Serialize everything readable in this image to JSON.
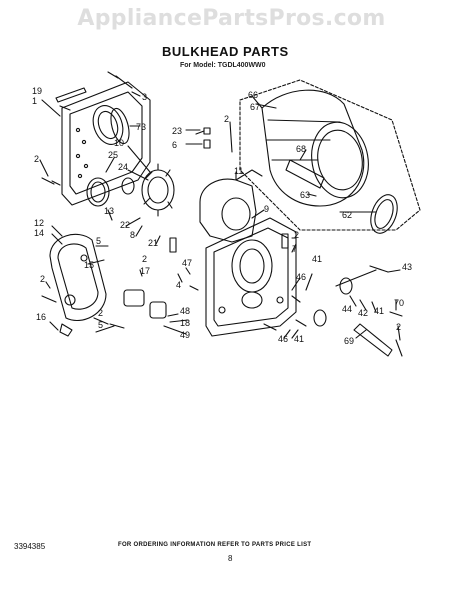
{
  "watermark": "AppliancePartsPros.com",
  "title": "BULKHEAD PARTS",
  "subtitle": "For Model: TGDL400WW0",
  "footer": {
    "doc_number": "3394385",
    "notice": "FOR ORDERING INFORMATION REFER TO PARTS PRICE LIST",
    "page": "8"
  },
  "callouts": [
    {
      "id": "c19",
      "text": "19"
    },
    {
      "id": "c1",
      "text": "1"
    },
    {
      "id": "c3",
      "text": "3"
    },
    {
      "id": "c73",
      "text": "73"
    },
    {
      "id": "c2a",
      "text": "2"
    },
    {
      "id": "c25",
      "text": "25"
    },
    {
      "id": "c24",
      "text": "24"
    },
    {
      "id": "c10",
      "text": "10"
    },
    {
      "id": "c23",
      "text": "23"
    },
    {
      "id": "c2b",
      "text": "2"
    },
    {
      "id": "c6",
      "text": "6"
    },
    {
      "id": "c67",
      "text": "67"
    },
    {
      "id": "c66",
      "text": "66"
    },
    {
      "id": "c68",
      "text": "68"
    },
    {
      "id": "c11",
      "text": "11"
    },
    {
      "id": "c63",
      "text": "63"
    },
    {
      "id": "c62",
      "text": "62"
    },
    {
      "id": "c12",
      "text": "12"
    },
    {
      "id": "c14",
      "text": "14"
    },
    {
      "id": "c13",
      "text": "13"
    },
    {
      "id": "c22",
      "text": "22"
    },
    {
      "id": "c8",
      "text": "8"
    },
    {
      "id": "c21",
      "text": "21"
    },
    {
      "id": "c9",
      "text": "9"
    },
    {
      "id": "c2c",
      "text": "2"
    },
    {
      "id": "c7",
      "text": "7"
    },
    {
      "id": "c5a",
      "text": "5"
    },
    {
      "id": "c15",
      "text": "15"
    },
    {
      "id": "c2d",
      "text": "2"
    },
    {
      "id": "c17",
      "text": "17"
    },
    {
      "id": "c4",
      "text": "4"
    },
    {
      "id": "c47",
      "text": "47"
    },
    {
      "id": "c41a",
      "text": "41"
    },
    {
      "id": "c46a",
      "text": "46"
    },
    {
      "id": "c43",
      "text": "43"
    },
    {
      "id": "c2e",
      "text": "2"
    },
    {
      "id": "c16",
      "text": "16"
    },
    {
      "id": "c2f",
      "text": "2"
    },
    {
      "id": "c5b",
      "text": "5"
    },
    {
      "id": "c48",
      "text": "48"
    },
    {
      "id": "c18",
      "text": "18"
    },
    {
      "id": "c49",
      "text": "49"
    },
    {
      "id": "c44",
      "text": "44"
    },
    {
      "id": "c42",
      "text": "42"
    },
    {
      "id": "c41b",
      "text": "41"
    },
    {
      "id": "c70",
      "text": "70"
    },
    {
      "id": "c46b",
      "text": "46"
    },
    {
      "id": "c41c",
      "text": "41"
    },
    {
      "id": "c2g",
      "text": "2"
    },
    {
      "id": "c69",
      "text": "69"
    }
  ]
}
